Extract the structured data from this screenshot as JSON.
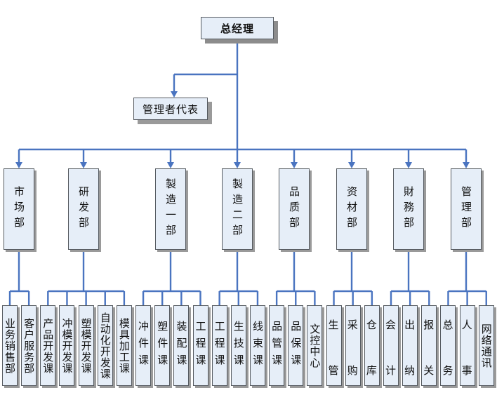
{
  "title": "总经理",
  "representative": "管理者代表",
  "colors": {
    "connector": "#4a74c0",
    "box_fill": "#e6eef8",
    "box_border": "#555a60",
    "shadow": "#9a9a9a"
  },
  "departments": [
    {
      "name": "市场部",
      "units": [
        "业务销售部",
        "客户服务部"
      ]
    },
    {
      "name": "研发部",
      "units": [
        "产品开发课",
        "冲模开发课",
        "塑模开发课",
        "自动化开发课",
        "模具加工课"
      ]
    },
    {
      "name": "製造一部",
      "units": [
        "冲件课",
        "塑件课",
        "装配课",
        "工程课"
      ]
    },
    {
      "name": "製造二部",
      "units": [
        "工程课",
        "生技课",
        "线束课"
      ]
    },
    {
      "name": "品质部",
      "units": [
        "品管课",
        "品保课",
        "文控中心"
      ]
    },
    {
      "name": "资材部",
      "units": [
        "生管",
        "采购",
        "仓库"
      ]
    },
    {
      "name": "財務部",
      "units": [
        "会计",
        "出纳",
        "报关"
      ]
    },
    {
      "name": "管理部",
      "units": [
        "总务",
        "人事",
        "网络通讯"
      ]
    }
  ]
}
